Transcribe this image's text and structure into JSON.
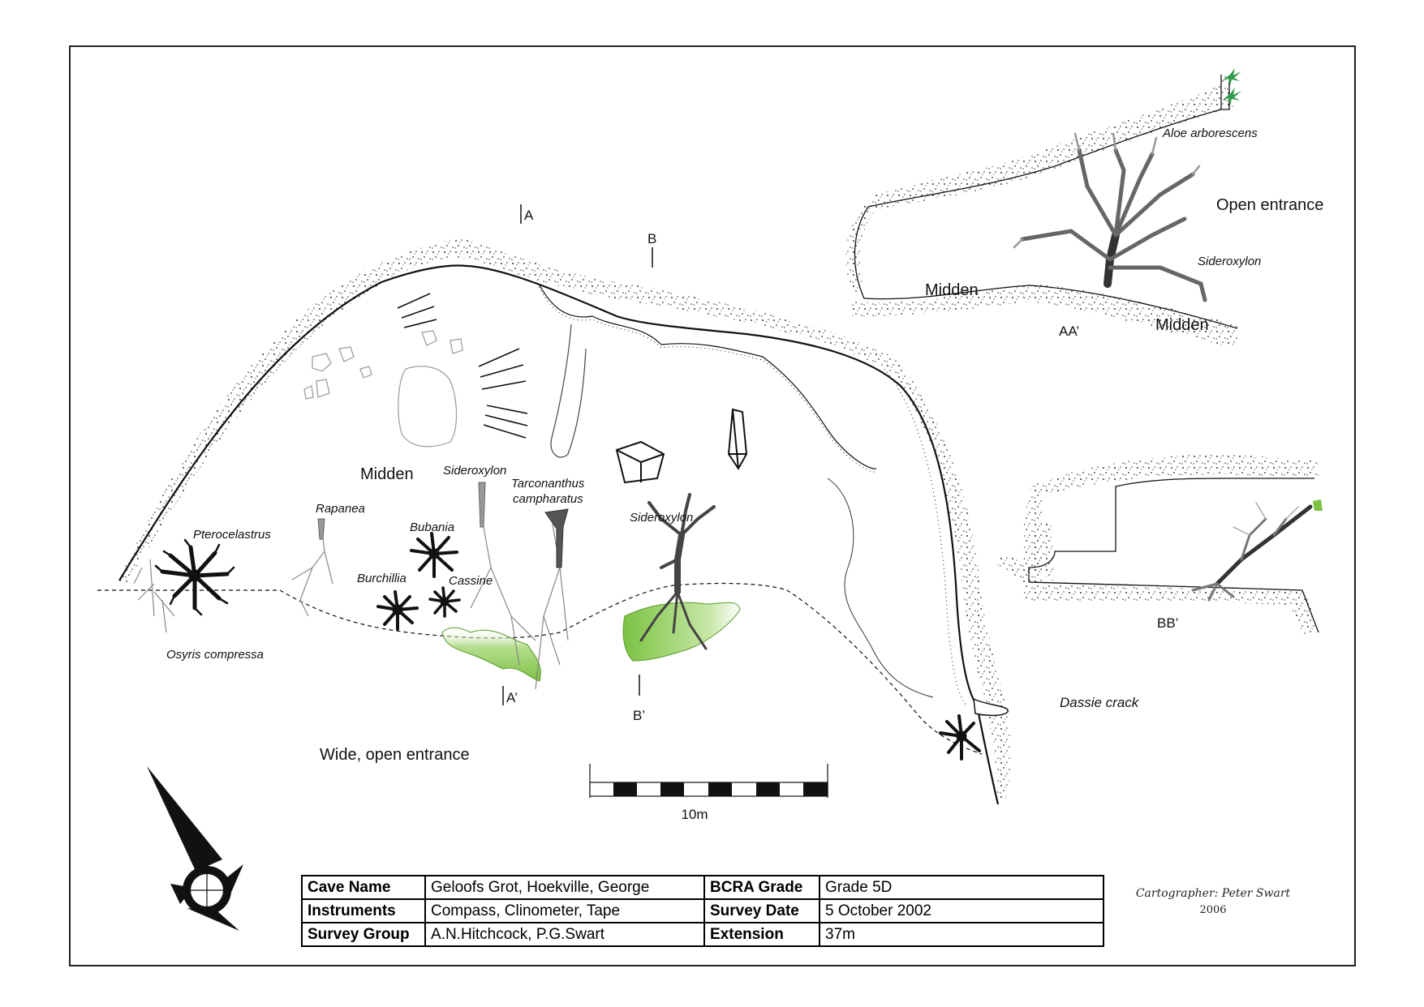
{
  "labels": {
    "section_a": "A",
    "section_a_prime": "A’",
    "section_b": "B",
    "section_b_prime": "B’",
    "midden_main": "Midden",
    "wide_entrance": "Wide, open entrance",
    "dassie_crack": "Dassie crack",
    "scale": "10m"
  },
  "plants": {
    "pterocelastrus": "Pterocelastrus",
    "rapanea": "Rapanea",
    "sideroxylon_1": "Sideroxylon",
    "tarconanthus_1": "Tarconanthus",
    "tarconanthus_2": "campharatus",
    "bubania": "Bubania",
    "burchillia": "Burchillia",
    "cassine": "Cassine",
    "sideroxylon_2": "Sideroxylon",
    "osyris": "Osyris compressa"
  },
  "section_aa": {
    "aloe": "Aloe arborescens",
    "open_entrance": "Open entrance",
    "sideroxylon": "Sideroxylon",
    "midden_left": "Midden",
    "midden_right": "Midden",
    "name": "AA’"
  },
  "section_bb": {
    "name": "BB’"
  },
  "cartographer": {
    "line1": "Cartographer: Peter Swart",
    "line2": "2006"
  },
  "info": {
    "cave_name_label": "Cave Name",
    "cave_name": "Geloofs Grot, Hoekville, George",
    "bcra_label": "BCRA Grade",
    "bcra": "Grade 5D",
    "instruments_label": "Instruments",
    "instruments": "Compass, Clinometer, Tape",
    "survey_date_label": "Survey Date",
    "survey_date": "5 October 2002",
    "group_label": "Survey Group",
    "group": "A.N.Hitchcock, P.G.Swart",
    "extension_label": "Extension",
    "extension": "37m"
  },
  "colors": {
    "vegetation_green": "#7cc242",
    "aloe_green": "#2e9a4a",
    "ink": "#111111",
    "rock_grey": "#999999"
  }
}
